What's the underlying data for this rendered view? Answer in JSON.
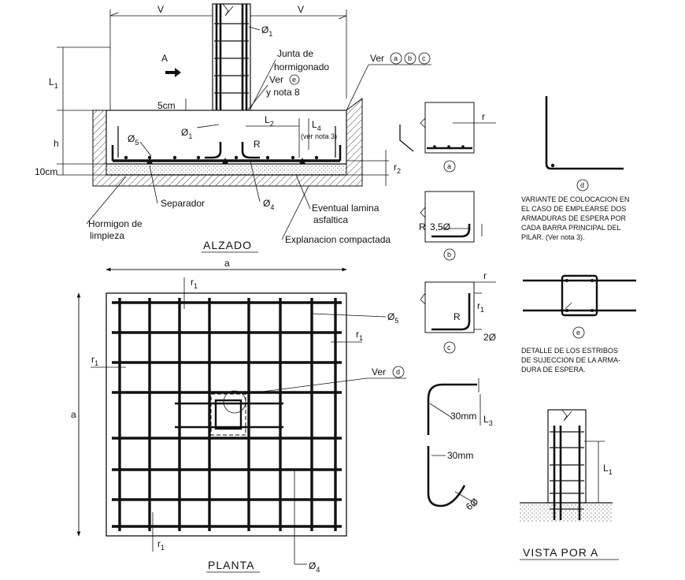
{
  "alzado": {
    "title": "ALZADO",
    "dim_v_left": "V",
    "dim_v_right": "V",
    "phi1_top": "Ø",
    "phi1_top_sub": "1",
    "view_a": "A",
    "junta_1": "Junta de",
    "junta_2": "hormigonado",
    "ver_e": "Ver",
    "ver_e_mark": "e",
    "y_nota": "y nota 8",
    "ver_abc": "Ver",
    "mark_a": "a",
    "mark_b": "b",
    "mark_c": "c",
    "l1": "L",
    "l1_sub": "1",
    "cm5": "5cm",
    "phi1_mid": "Ø",
    "phi1_mid_sub": "1",
    "l2": "L",
    "l2_sub": "2",
    "l4": "L",
    "l4_sub": "4",
    "ver_nota3": "(ver nota 3)",
    "r_mark": "R",
    "h": "h",
    "phi5": "Ø",
    "phi5_sub": "5",
    "cm10": "10cm",
    "r2": "r",
    "r2_sub": "2",
    "separador": "Separador",
    "phi4": "Ø",
    "phi4_sub": "4",
    "eventual_1": "Eventual lamina",
    "eventual_2": "asfaltica",
    "hormigon_1": "Hormigon de",
    "hormigon_2": "limpieza",
    "explanacion": "Explanacion compactada"
  },
  "planta": {
    "title": "PLANTA",
    "dim_a_top": "a",
    "dim_a_left": "a",
    "r1_top": "r",
    "r1_top_sub": "1",
    "r1_right": "r",
    "r1_right_sub": "1",
    "r1_left": "r",
    "r1_left_sub": "1",
    "r1_bottom": "r",
    "r1_bottom_sub": "1",
    "phi5": "Ø",
    "phi5_sub": "5",
    "ver_d": "Ver",
    "ver_d_mark": "d",
    "phi4": "Ø",
    "phi4_sub": "4"
  },
  "details": {
    "a_label": "a",
    "a_r": "r",
    "b_label": "b",
    "b_r": "R",
    "b_dim": "3,5Ø",
    "c_label": "c",
    "c_r_top": "r",
    "c_r1": "r",
    "c_r1_sub": "1",
    "c_R": "R",
    "c_2phi": "2Ø",
    "d_label": "d",
    "d_text": [
      "VARIANTE DE COLOCACION EN",
      "EL CASO DE EMPLEARSE DOS",
      "ARMADURAS DE ESPERA POR",
      "CADA BARRA PRINCIPAL DEL",
      "PILAR. (Ver nota 3)."
    ],
    "e_label": "e",
    "e_text": [
      "DETALLE DE LOS ESTRIBOS",
      "DE SUJECCION DE LA ARMA-",
      "DURA DE ESPERA."
    ],
    "hook1_mm": "30mm",
    "hook1_l3": "L",
    "hook1_l3_sub": "3",
    "hook2_mm": "30mm",
    "hook2_6phi": "6Ø"
  },
  "vista": {
    "title": "VISTA POR A",
    "l1": "L",
    "l1_sub": "1"
  }
}
